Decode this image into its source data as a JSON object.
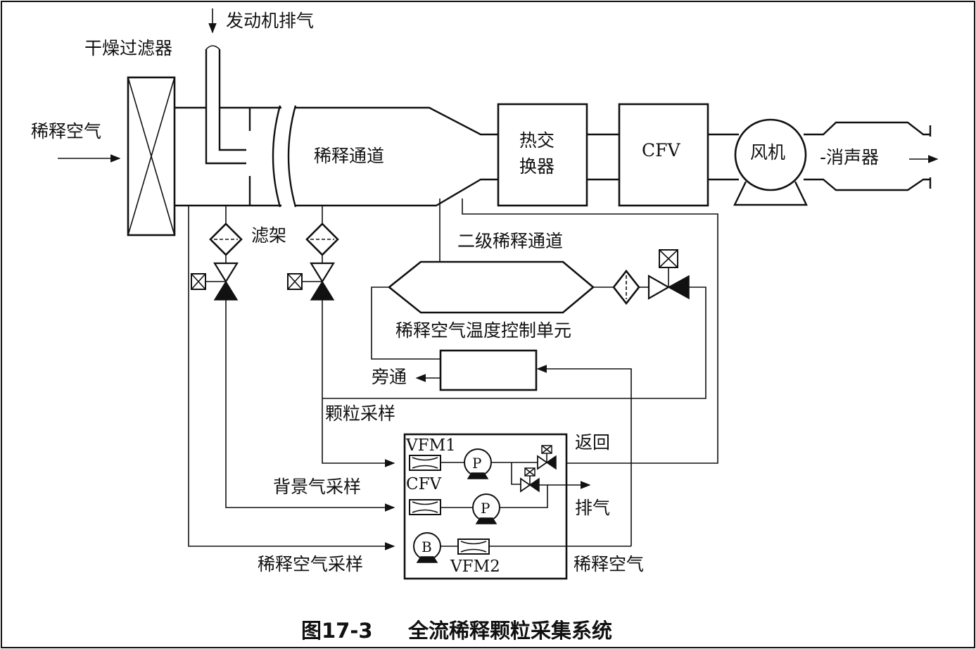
{
  "labels": {
    "engine_exhaust": "发动机排气",
    "dry_filter": "干燥过滤器",
    "dilution_air_in": "稀释空气",
    "dilution_tunnel": "稀释通道",
    "heat_exchanger_line1": "热交",
    "heat_exchanger_line2": "换器",
    "cfv": "CFV",
    "fan": "风机",
    "muffler": "-消声器",
    "filter_holder": "滤架",
    "secondary_tunnel": "二级稀释通道",
    "temp_control_unit": "稀释空气温度控制单元",
    "bypass": "旁通",
    "particle_sampling": "颗粒采样",
    "return": "返回",
    "vfm1": "VFM1",
    "cfv_small": "CFV",
    "background_sampling": "背景气采样",
    "exhaust_out": "排气",
    "dilution_air_sampling": "稀释空气采样",
    "vfm2": "VFM2",
    "dilution_air_out": "稀释空气",
    "pump_p": "P",
    "blower_b": "B"
  },
  "caption": {
    "number": "图17-3",
    "title": "全流稀释颗粒采集系统"
  },
  "colors": {
    "line": "#111111",
    "background": "#ffffff"
  }
}
